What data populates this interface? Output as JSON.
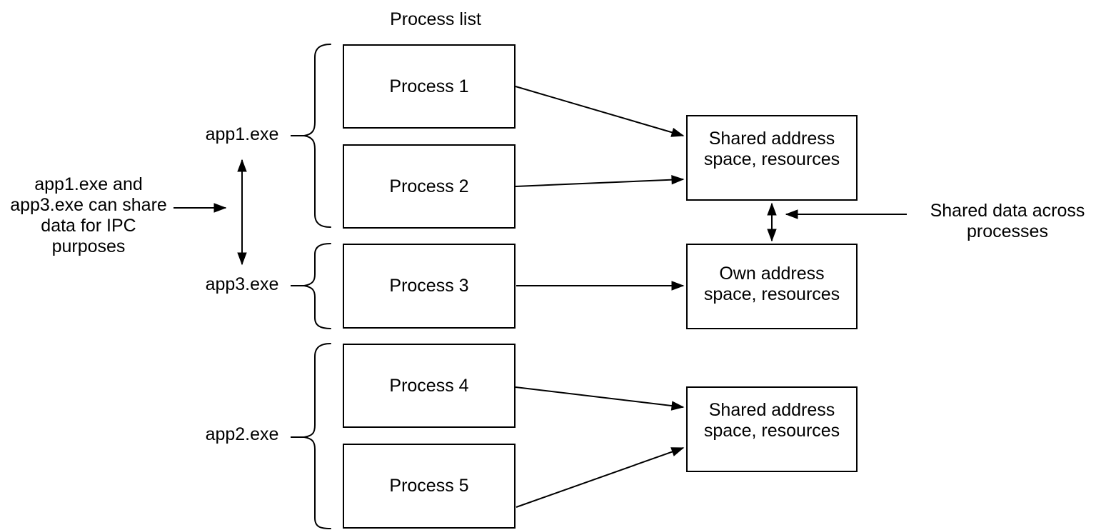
{
  "title": "Process list",
  "app_labels": {
    "app1": "app1.exe",
    "app3": "app3.exe",
    "app2": "app2.exe"
  },
  "process_boxes": {
    "p1": "Process 1",
    "p2": "Process 2",
    "p3": "Process 3",
    "p4": "Process 4",
    "p5": "Process 5"
  },
  "memory_boxes": {
    "shared_top": "Shared address\nspace, resources",
    "own": "Own address\nspace, resources",
    "shared_bottom": "Shared address\nspace, resources"
  },
  "annotations": {
    "ipc": "app1.exe and\napp3.exe can share\ndata for IPC purposes",
    "shared_data": "Shared data across\nprocesses"
  },
  "colors": {
    "stroke": "#000000",
    "text": "#000000",
    "background": "#ffffff"
  }
}
